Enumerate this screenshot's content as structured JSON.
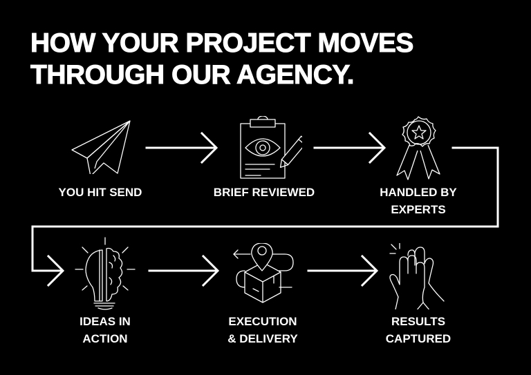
{
  "title": {
    "line1": "HOW YOUR PROJECT MOVES",
    "line2": "THROUGH OUR AGENCY."
  },
  "colors": {
    "background": "#000000",
    "foreground": "#ffffff"
  },
  "steps": [
    {
      "label": "YOU HIT SEND",
      "icon": "paper-plane-icon"
    },
    {
      "label": "BRIEF REVIEWED",
      "icon": "clipboard-eye-pencil-icon"
    },
    {
      "label_line1": "HANDLED BY",
      "label_line2": "EXPERTS",
      "icon": "award-ribbon-star-icon"
    },
    {
      "label_line1": "IDEAS IN",
      "label_line2": "ACTION",
      "icon": "lightbulb-brain-icon"
    },
    {
      "label_line1": "EXECUTION",
      "label_line2": "& DELIVERY",
      "icon": "package-location-pin-icon"
    },
    {
      "label_line1": "RESULTS",
      "label_line2": "CAPTURED",
      "icon": "high-five-hands-icon"
    }
  ]
}
